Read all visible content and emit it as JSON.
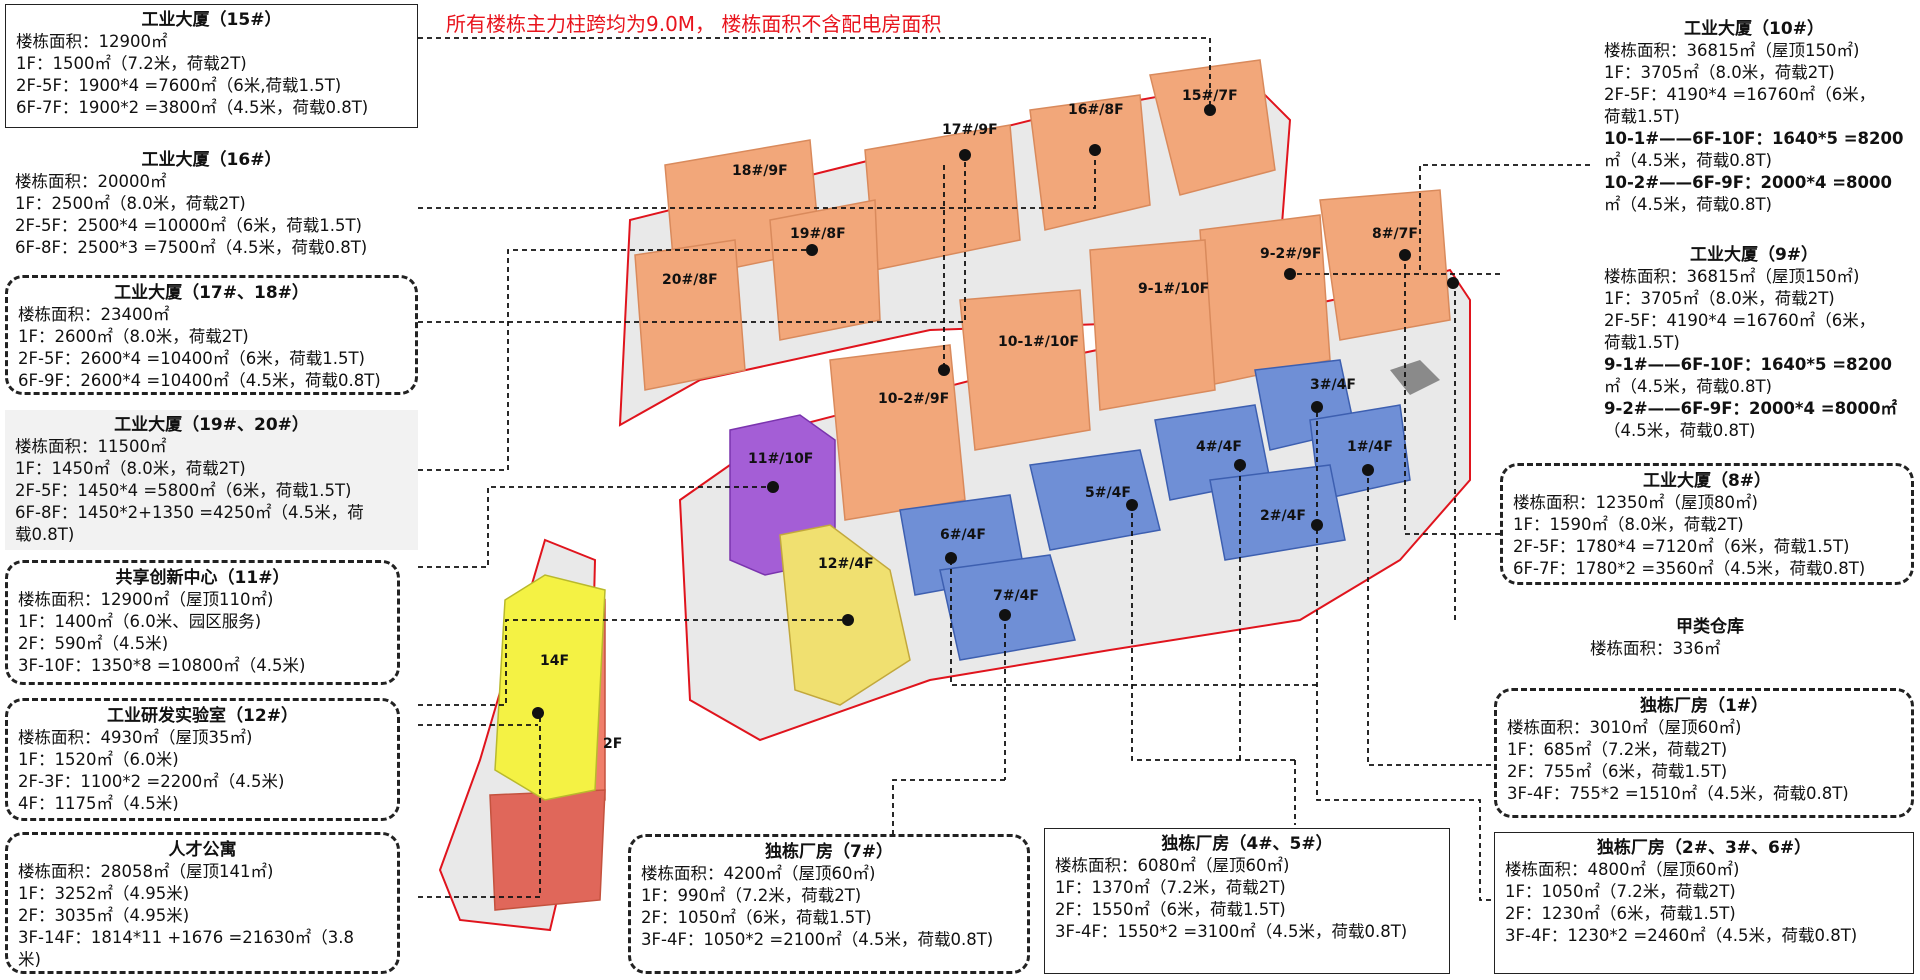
{
  "note": "所有楼栋主力柱跨均为9.0M， 楼栋面积不含配电房面积",
  "boxes": {
    "b15": {
      "title": "工业大厦（15#）",
      "lines": [
        "楼栋面积：12900㎡",
        "1F：1500㎡（7.2米，荷载2T)",
        "2F-5F：1900*4 =7600㎡（6米,荷载1.5T)",
        "6F-7F：1900*2 =3800㎡（4.5米，荷载0.8T)"
      ]
    },
    "b16": {
      "title": "工业大厦（16#）",
      "lines": [
        "楼栋面积：20000㎡",
        "1F：2500㎡（8.0米，荷载2T)",
        "2F-5F：2500*4 =10000㎡（6米，荷载1.5T)",
        "6F-8F：2500*3 =7500㎡（4.5米，荷载0.8T)"
      ]
    },
    "b1718": {
      "title": "工业大厦（17#、18#）",
      "lines": [
        "楼栋面积：23400㎡",
        "1F：2600㎡（8.0米，荷载2T)",
        "2F-5F：2600*4 =10400㎡（6米，荷载1.5T)",
        "6F-9F：2600*4 =10400㎡（4.5米，荷载0.8T)"
      ]
    },
    "b1920": {
      "title": "工业大厦（19#、20#）",
      "lines": [
        "楼栋面积：11500㎡",
        "1F：1450㎡（8.0米，荷载2T)",
        "2F-5F：1450*4 =5800㎡（6米，荷载1.5T)",
        "6F-8F：1450*2+1350 =4250㎡（4.5米，荷",
        "载0.8T)"
      ]
    },
    "b11": {
      "title": "共享创新中心（11#）",
      "lines": [
        "楼栋面积：12900㎡（屋顶110㎡)",
        "1F：1400㎡（6.0米、园区服务)",
        "2F：590㎡（4.5米)",
        "3F-10F：1350*8 =10800㎡（4.5米)"
      ]
    },
    "b12": {
      "title": "工业研发实验室（12#）",
      "lines": [
        "楼栋面积：4930㎡（屋顶35㎡)",
        "1F：1520㎡（6.0米)",
        "2F-3F：1100*2 =2200㎡（4.5米)",
        "4F：1175㎡（4.5米)"
      ]
    },
    "bapt": {
      "title": "人才公寓",
      "lines": [
        "楼栋面积：28058㎡（屋顶141㎡)",
        "1F：3252㎡（4.95米)",
        "2F：3035㎡（4.95米)",
        "3F-14F：1814*11 +1676 =21630㎡（3.8",
        "米)"
      ]
    },
    "b7": {
      "title": "独栋厂房（7#）",
      "lines": [
        "楼栋面积：4200㎡（屋顶60㎡)",
        "1F：990㎡（7.2米，荷载2T)",
        "2F：1050㎡（6米，荷载1.5T)",
        "3F-4F：1050*2 =2100㎡（4.5米，荷载0.8T)"
      ]
    },
    "b45": {
      "title": "独栋厂房（4#、5#）",
      "lines": [
        "楼栋面积：6080㎡（屋顶60㎡)",
        "1F：1370㎡（7.2米，荷载2T)",
        "2F：1550㎡（6米，荷载1.5T)",
        "3F-4F：1550*2 =3100㎡（4.5米，荷载0.8T)"
      ]
    },
    "b236": {
      "title": "独栋厂房（2#、3#、6#）",
      "lines": [
        "楼栋面积：4800㎡（屋顶60㎡)",
        "1F：1050㎡（7.2米，荷载2T)",
        "2F：1230㎡（6米，荷载1.5T)",
        "3F-4F：1230*2 =2460㎡（4.5米，荷载0.8T)"
      ]
    },
    "b1": {
      "title": "独栋厂房（1#）",
      "lines": [
        "楼栋面积：3010㎡（屋顶60㎡)",
        "1F：685㎡（7.2米，荷载2T)",
        "2F：755㎡（6米，荷载1.5T)",
        "3F-4F：755*2 =1510㎡（4.5米，荷载0.8T)"
      ]
    },
    "b8": {
      "title": "工业大厦（8#）",
      "lines": [
        "楼栋面积：12350㎡（屋顶80㎡)",
        "1F：1590㎡（8.0米，荷载2T)",
        "2F-5F：1780*4 =7120㎡（6米，荷载1.5T)",
        "6F-7F：1780*2 =3560㎡（4.5米，荷载0.8T)"
      ]
    },
    "bwh": {
      "title": "甲类仓库",
      "lines": [
        "楼栋面积：336㎡"
      ]
    },
    "b9": {
      "title": "工业大厦（9#）",
      "lines": [
        "楼栋面积：36815㎡（屋顶150㎡)",
        "1F：3705㎡（8.0米，荷载2T)",
        "2F-5F：4190*4 =16760㎡（6米，",
        "荷载1.5T)",
        "9-1#——6F-10F：1640*5 =8200",
        "㎡（4.5米，荷载0.8T)",
        "9-2#——6F-9F：2000*4 =8000㎡",
        "（4.5米，荷载0.8T)"
      ]
    },
    "b10": {
      "title": "工业大厦（10#）",
      "lines": [
        "楼栋面积：36815㎡（屋顶150㎡)",
        "1F：3705㎡（8.0米，荷载2T)",
        "2F-5F：4190*4 =16760㎡（6米，",
        "荷载1.5T)",
        "10-1#——6F-10F：1640*5 =8200",
        "㎡（4.5米，荷载0.8T)",
        "10-2#——6F-9F：2000*4 =8000",
        "㎡（4.5米，荷载0.8T)"
      ]
    }
  },
  "map_labels": {
    "l15": "15#/7F",
    "l16": "16#/8F",
    "l17": "17#/9F",
    "l18": "18#/9F",
    "l19": "19#/8F",
    "l20": "20#/8F",
    "l8": "8#/7F",
    "l92": "9-2#/9F",
    "l91": "9-1#/10F",
    "l101": "10-1#/10F",
    "l102": "10-2#/9F",
    "l11": "11#/10F",
    "l12": "12#/4F",
    "l3": "3#/4F",
    "l4": "4#/4F",
    "l5": "5#/4F",
    "l6": "6#/4F",
    "l7": "7#/4F",
    "l1": "1#/4F",
    "l2": "2#/4F",
    "l14f": "14F",
    "l2f": "2F"
  },
  "colors": {
    "orange": "#f2a77a",
    "blue": "#6f8fd6",
    "purple": "#a45ed6",
    "yellow": "#f0e070",
    "lime": "#f4f244",
    "salmon": "#f07e6a",
    "boundary": "#e0141d",
    "site": "#e6e6e6"
  }
}
